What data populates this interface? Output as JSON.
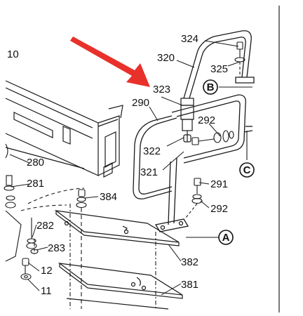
{
  "callouts": {
    "n10": "10",
    "n11": "11",
    "n12": "12",
    "n280": "280",
    "n281": "281",
    "n282": "282",
    "n283": "283",
    "n290": "290",
    "n291": "291",
    "n292a": "292",
    "n292b": "292",
    "n320": "320",
    "n321": "321",
    "n322": "322",
    "n323": "323",
    "n324": "324",
    "n325": "325",
    "n381": "381",
    "n382": "382",
    "n384": "384"
  },
  "section_markers": {
    "A": "A",
    "B": "B",
    "C": "C"
  },
  "colors": {
    "line": "#1a1a1a",
    "arrow": "#e8312a",
    "background": "#ffffff"
  }
}
